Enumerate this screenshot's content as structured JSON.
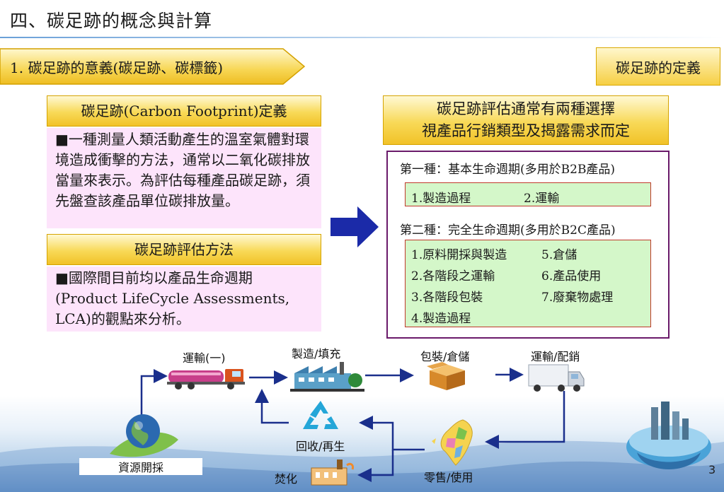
{
  "slide": {
    "title": "四、碳足跡的概念與計算",
    "section": "1. 碳足跡的意義(碳足跡、碳標籤)",
    "corner_label": "碳足跡的定義",
    "page_number": "3"
  },
  "left": {
    "definition_header": "碳足跡(Carbon Footprint)定義",
    "definition_bullet": "■",
    "definition_text": "一種測量人類活動產生的溫室氣體對環境造成衝擊的方法，通常以二氧化碳排放當量來表示。為評估每種產品碳足跡，須先盤查該產品單位碳排放量。",
    "method_header": "碳足跡評估方法",
    "method_bullet": "■",
    "method_text": "國際間目前均以產品生命週期(Product LifeCycle Assessments, LCA)的觀點來分析。"
  },
  "right": {
    "header_line1": "碳足跡評估通常有兩種選擇",
    "header_line2": "視產品行銷類型及揭露需求而定",
    "type1_label": "第一種：基本生命週期(多用於B2B產品)",
    "type1_items": [
      "1.製造過程",
      "2.運輸"
    ],
    "type2_label": "第二種：完全生命週期(多用於B2C產品)",
    "type2_col1": [
      "1.原料開採與製造",
      "2.各階段之運輸",
      "3.各階段包裝",
      "4.製造過程"
    ],
    "type2_col2": [
      "5.倉儲",
      "6.產品使用",
      "7.廢棄物處理"
    ]
  },
  "flow": {
    "transport1": "運輸(一)",
    "manufacture": "製造/填充",
    "packaging": "包裝/倉儲",
    "distribution": "運輸/配銷",
    "recycle": "回收/再生",
    "raw_material": "資源開採",
    "incinerate": "焚化",
    "retail": "零售/使用"
  },
  "colors": {
    "header_gold": "#f6cf43",
    "pink_panel": "#fde4fb",
    "green_box": "#d4f7c9",
    "purple_border": "#6a1a6a",
    "arrow_blue": "#1b2aa8",
    "flow_line": "#1a2f8c"
  }
}
